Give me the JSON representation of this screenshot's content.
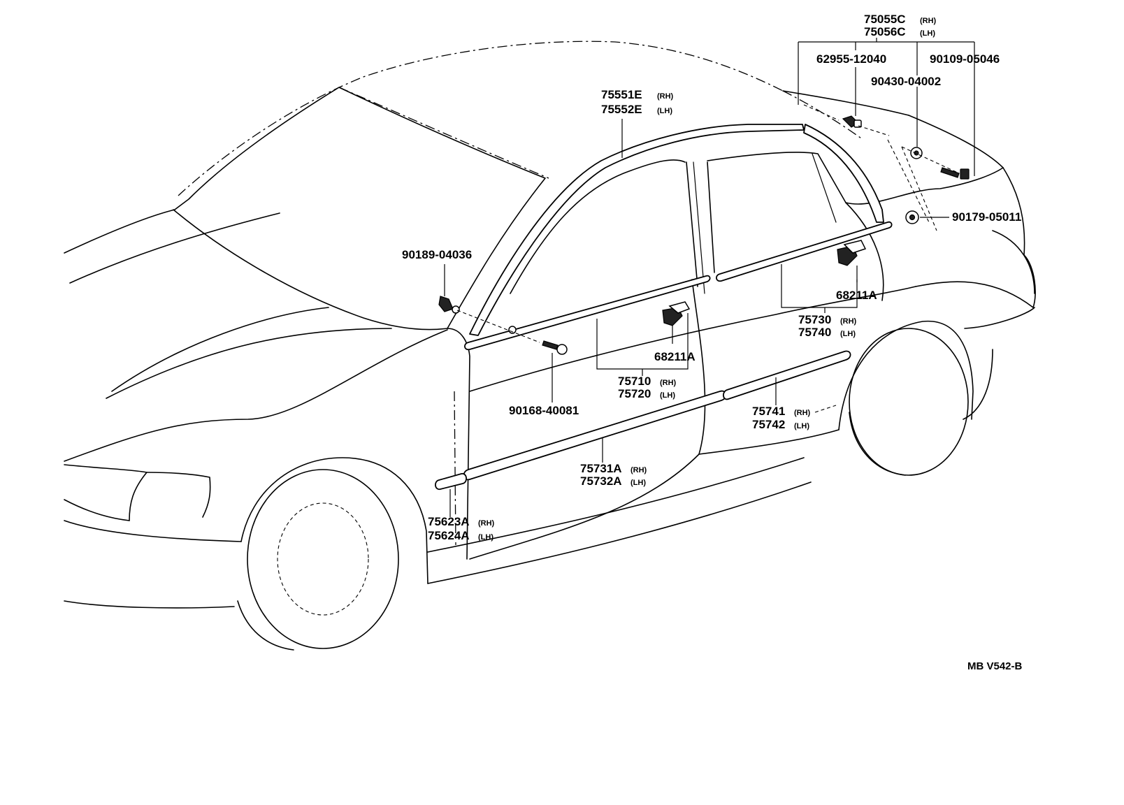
{
  "parts": {
    "p75055C": "75055C",
    "p75056C": "75056C",
    "p62955": "62955-12040",
    "p90109": "90109-05046",
    "p90430": "90430-04002",
    "p75551E": "75551E",
    "p75552E": "75552E",
    "p90179": "90179-05011",
    "p90189": "90189-04036",
    "p68211A_front": "68211A",
    "p68211A_rear": "68211A",
    "p75730": "75730",
    "p75740": "75740",
    "p75710": "75710",
    "p75720": "75720",
    "p90168": "90168-40081",
    "p75741": "75741",
    "p75742": "75742",
    "p75731A": "75731A",
    "p75732A": "75732A",
    "p75623A": "75623A",
    "p75624A": "75624A"
  },
  "suffix": {
    "rh": "(RH)",
    "lh": "(LH)"
  },
  "diagram_code": "MB V542-B"
}
